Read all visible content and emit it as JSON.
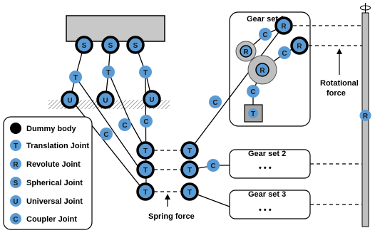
{
  "gear_set_1": {
    "label": "Gear set 1"
  },
  "gear_set_2": {
    "label": "Gear set 2",
    "ellipsis": "• • •"
  },
  "gear_set_3": {
    "label": "Gear set 3",
    "ellipsis": "• • •"
  },
  "labels": {
    "rotational_force_line1": "Rotational",
    "rotational_force_line2": "force",
    "spring_force": "Spring force"
  },
  "legend": {
    "items": [
      {
        "letter": "",
        "label": "Dummy body"
      },
      {
        "letter": "T",
        "label": "Translation Joint"
      },
      {
        "letter": "R",
        "label": "Revolute Joint"
      },
      {
        "letter": "S",
        "label": "Spherical Joint"
      },
      {
        "letter": "U",
        "label": "Universal Joint"
      },
      {
        "letter": "C",
        "label": "Coupler Joint"
      }
    ]
  },
  "joints": {
    "S": "S",
    "T": "T",
    "U": "U",
    "C": "C",
    "R": "R"
  },
  "colors": {
    "joint_blue": "#5b9bd5",
    "dummy_black": "#000000",
    "gear_gray": "#bfbfbf",
    "base_gray": "#c8c8c8"
  }
}
